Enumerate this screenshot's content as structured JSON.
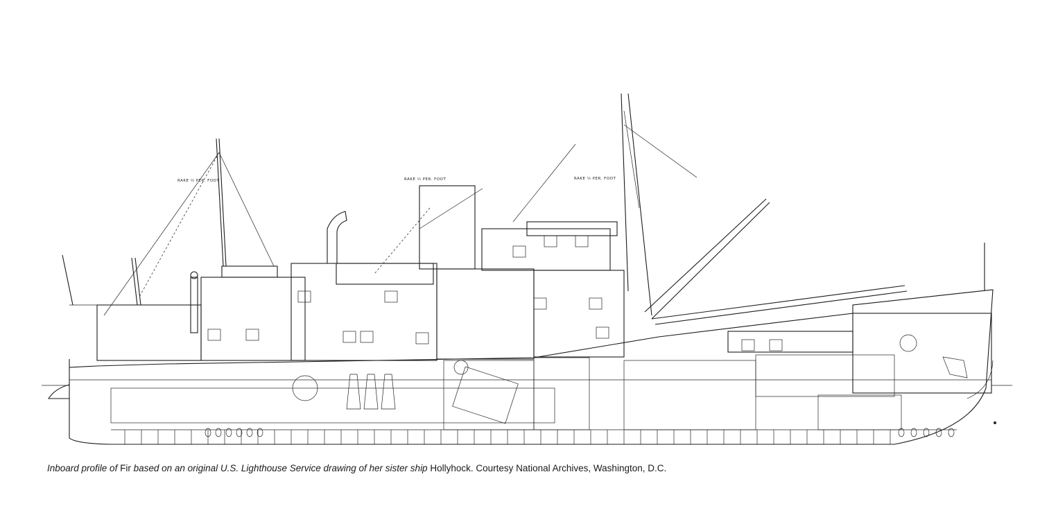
{
  "caption": {
    "part1": "Inboard profile of ",
    "part2": "Fir",
    "part3": " based on an original U.S. Lighthouse Service drawing of  her sister ship ",
    "part4": "Hollyhock.",
    "part5": " Courtesy National Archives, Washington, D.C."
  },
  "annotations": {
    "rake_aft": "RAKE ½ PER. FOOT",
    "rake_stack": "RAKE ½ PER. FOOT",
    "rake_fore": "RAKE ½ PER. FOOT"
  }
}
